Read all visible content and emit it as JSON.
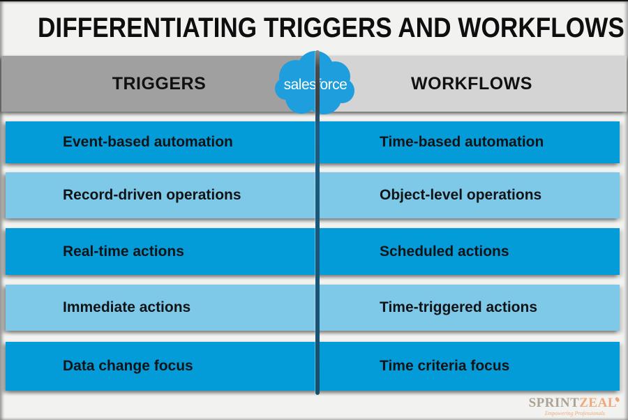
{
  "title": "DIFFERENTIATING TRIGGERS AND WORKFLOWS",
  "brand": {
    "wordmark_pre": "sales",
    "wordmark_f": "f",
    "wordmark_post": "orce"
  },
  "comparison": {
    "left_header": "TRIGGERS",
    "right_header": "WORKFLOWS",
    "rows": [
      {
        "left": "Event-based automation",
        "right": "Time-based automation",
        "shade": "dark"
      },
      {
        "left": "Record-driven operations",
        "right": "Object-level operations",
        "shade": "light"
      },
      {
        "left": "Real-time actions",
        "right": "Scheduled actions",
        "shade": "dark"
      },
      {
        "left": "Immediate actions",
        "right": "Time-triggered actions",
        "shade": "light"
      },
      {
        "left": "Data change focus",
        "right": "Time criteria focus",
        "shade": "dark"
      }
    ]
  },
  "footer": {
    "brand_part1": "SPRINT",
    "brand_part2": "ZEAL",
    "tagline": "Empowering Professionals"
  },
  "colors": {
    "canvas-bg": "#f2f3f1",
    "row-dark": "#049bd9",
    "row-light": "#7ec9e8",
    "header-left-gray": "#a0a0a0",
    "header-right-gray": "#d4d4d4",
    "divider": "#17506e",
    "cloud-blue": "#1e9edc",
    "title-text": "#0e0e0e",
    "row-text": "#101417",
    "sprint-gray": "#aca294",
    "zeal-orange": "#f0a878"
  }
}
